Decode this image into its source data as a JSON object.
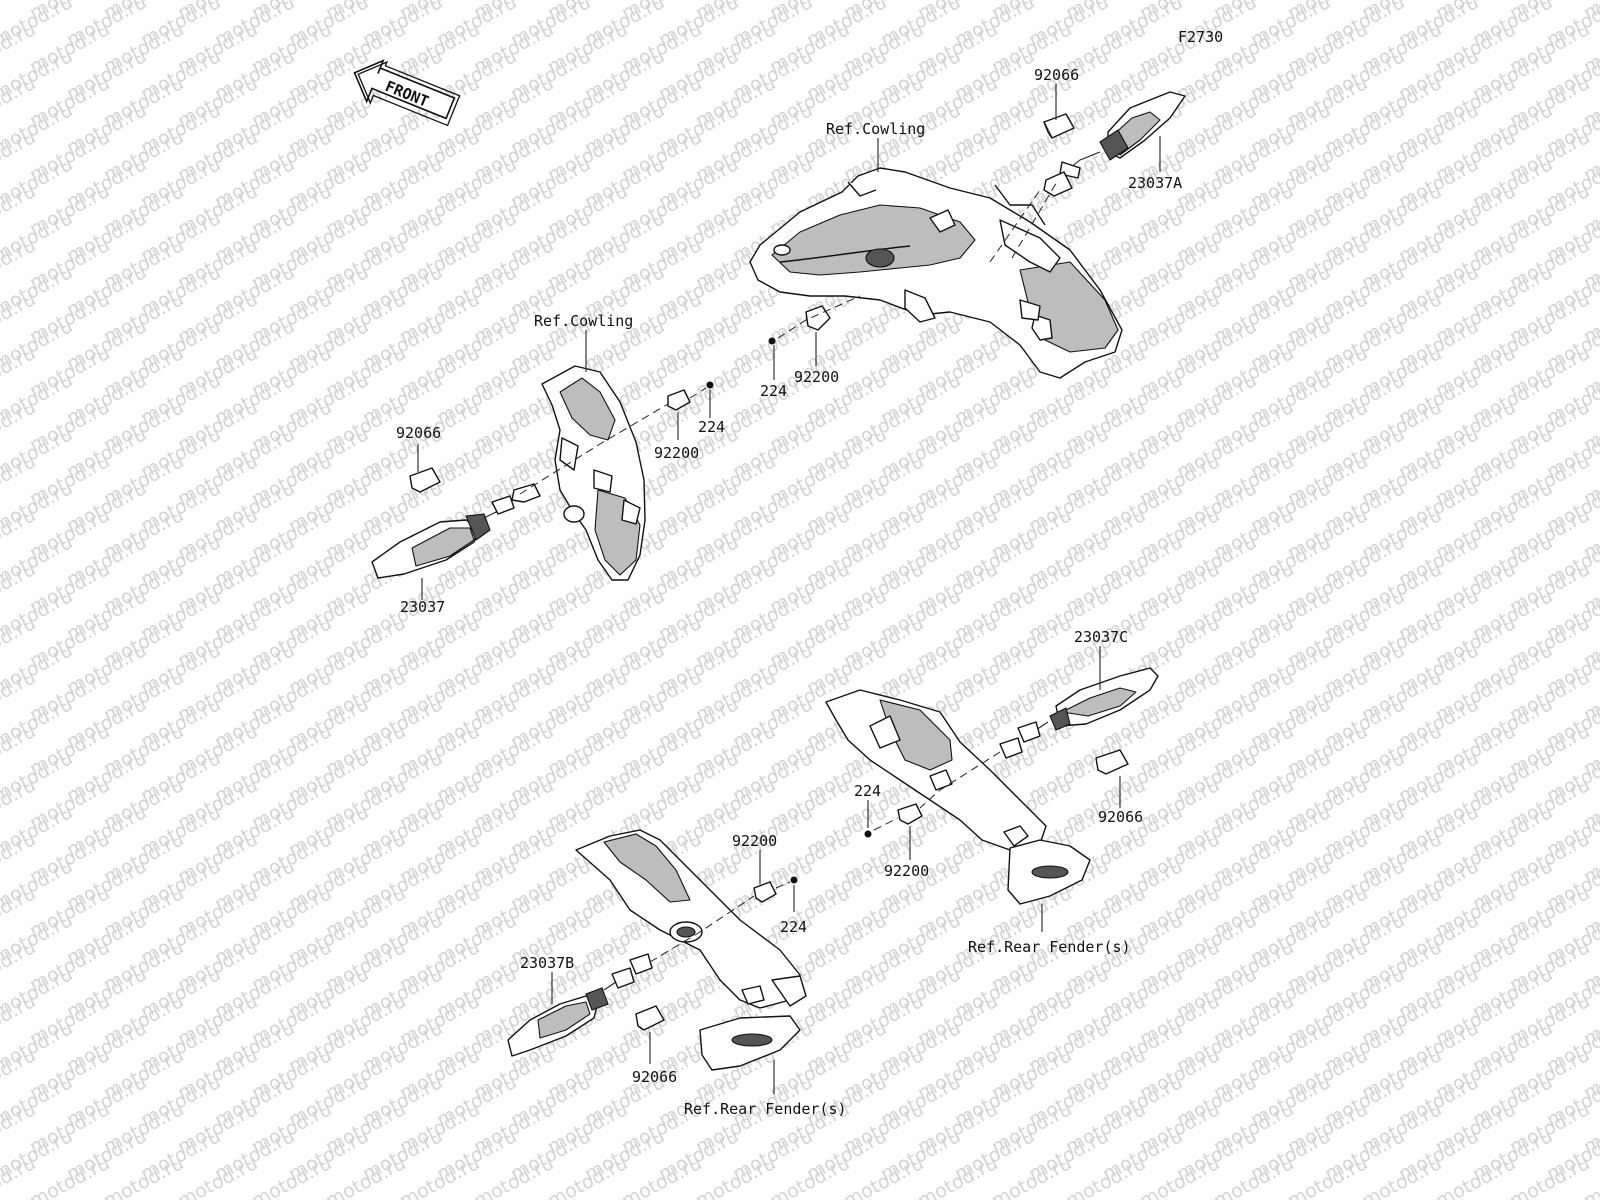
{
  "figure_code": "F2730",
  "front_label": "FRONT",
  "watermark": "motod.ru",
  "labels": {
    "ref_cowling_front": "Ref.Cowling",
    "p92066_top": "92066",
    "p23037A": "23037A",
    "p224_top": "224",
    "p92200_top": "92200",
    "ref_cowling_left": "Ref.Cowling",
    "p92066_left": "92066",
    "p92200_left": "92200",
    "p224_left": "224",
    "p23037": "23037",
    "p23037C": "23037C",
    "p224_right": "224",
    "p92200_right": "92200",
    "p92066_right": "92066",
    "ref_rear_fender_right": "Ref.Rear Fender(s)",
    "p92200_bottom": "92200",
    "p224_bottom": "224",
    "p23037B": "23037B",
    "p92066_bottom": "92066",
    "ref_rear_fender_bottom": "Ref.Rear Fender(s)"
  }
}
